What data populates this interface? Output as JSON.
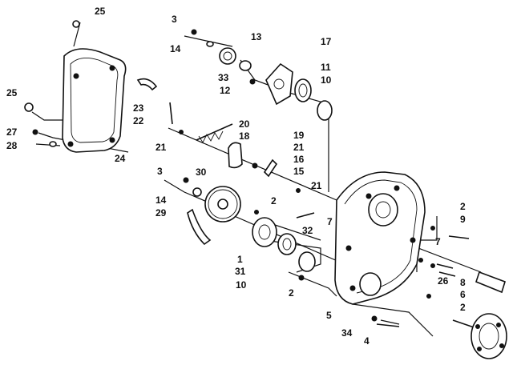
{
  "callouts": [
    "25",
    "3",
    "13",
    "14",
    "17",
    "11",
    "33",
    "10",
    "12",
    "25",
    "23",
    "22",
    "20",
    "18",
    "27",
    "24",
    "28",
    "21",
    "19",
    "21",
    "16",
    "15",
    "3",
    "30",
    "21",
    "14",
    "2",
    "29",
    "2",
    "9",
    "7",
    "32",
    "1",
    "7",
    "31",
    "8",
    "10",
    "26",
    "6",
    "2",
    "2",
    "5",
    "34",
    "4"
  ]
}
